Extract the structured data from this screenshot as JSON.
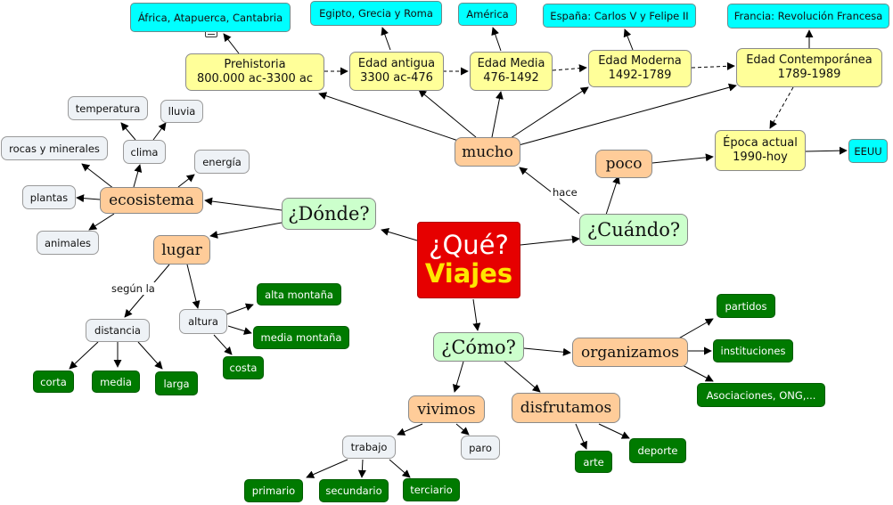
{
  "center": {
    "line1": "¿Qué?",
    "line2": "Viajes"
  },
  "questions": {
    "donde": "¿Dónde?",
    "cuando": "¿Cuándo?",
    "como": "¿Cómo?"
  },
  "when": {
    "mucho": "mucho",
    "poco": "poco",
    "hace": "hace",
    "prehistoria": {
      "name": "Prehistoria",
      "dates": "800.000 ac-3300 ac"
    },
    "antigua": {
      "name": "Edad antigua",
      "dates": "3300 ac-476"
    },
    "media": {
      "name": "Edad Media",
      "dates": "476-1492"
    },
    "moderna": {
      "name": "Edad Moderna",
      "dates": "1492-1789"
    },
    "contemporanea": {
      "name": "Edad Contemporánea",
      "dates": "1789-1989"
    },
    "actual": {
      "name": "Época actual",
      "dates": "1990-hoy"
    },
    "eg_prehistoria": "África, Atapuerca, Cantabria",
    "eg_antigua": "Egipto, Grecia y Roma",
    "eg_media": "América",
    "eg_moderna": "España: Carlos V y Felipe II",
    "eg_contemporanea": "Francia: Revolución Francesa",
    "eg_actual": "EEUU"
  },
  "where": {
    "ecosistema": "ecosistema",
    "clima": "clima",
    "temperatura": "temperatura",
    "lluvia": "lluvia",
    "rocas": "rocas y minerales",
    "energia": "energía",
    "plantas": "plantas",
    "animales": "animales",
    "lugar": "lugar",
    "segun": "según la",
    "distancia": "distancia",
    "corta": "corta",
    "media": "media",
    "larga": "larga",
    "altura": "altura",
    "alta": "alta montaña",
    "media_montana": "media montaña",
    "costa": "costa"
  },
  "how": {
    "organizamos": "organizamos",
    "partidos": "partidos",
    "instituciones": "instituciones",
    "asociaciones": "Asociaciones, ONG,...",
    "vivimos": "vivimos",
    "trabajo": "trabajo",
    "paro": "paro",
    "primario": "primario",
    "secundario": "secundario",
    "terciario": "terciario",
    "disfrutamos": "disfrutamos",
    "arte": "arte",
    "deporte": "deporte"
  },
  "colors": {
    "center": "#e60000",
    "center_title": "#ffe600",
    "question": "#ccffcc",
    "verb": "#ffcc99",
    "era": "#ffff99",
    "example": "#00ffff",
    "concept": "#eef2f6",
    "leaf": "#007a00"
  }
}
